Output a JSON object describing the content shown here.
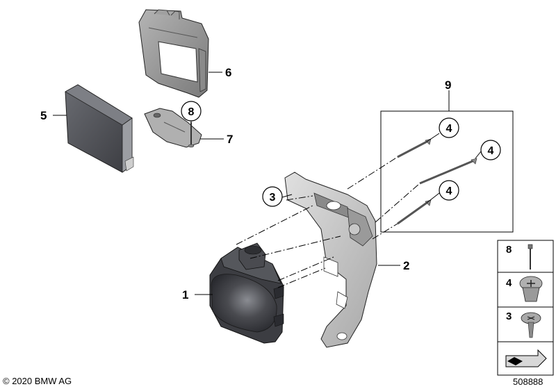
{
  "callouts": {
    "c1": "1",
    "c2": "2",
    "c3": "3",
    "c4a": "4",
    "c4b": "4",
    "c4c": "4",
    "c5": "5",
    "c6": "6",
    "c7": "7",
    "c8": "8",
    "c9": "9"
  },
  "legend": {
    "items": [
      {
        "label": "8",
        "icon": "blind-rivet-icon"
      },
      {
        "label": "4",
        "icon": "expanding-nut-icon"
      },
      {
        "label": "3",
        "icon": "torx-screw-icon"
      }
    ],
    "arrow_icon": "direction-arrow-icon"
  },
  "footer": {
    "copyright": "© 2020 BMW AG",
    "diagram_id": "508888"
  },
  "colors": {
    "line": "#000000",
    "part_light": "#c8c8c8",
    "part_mid": "#9a9a9a",
    "part_dark": "#55575c",
    "sensor_dark": "#3c3d42"
  }
}
